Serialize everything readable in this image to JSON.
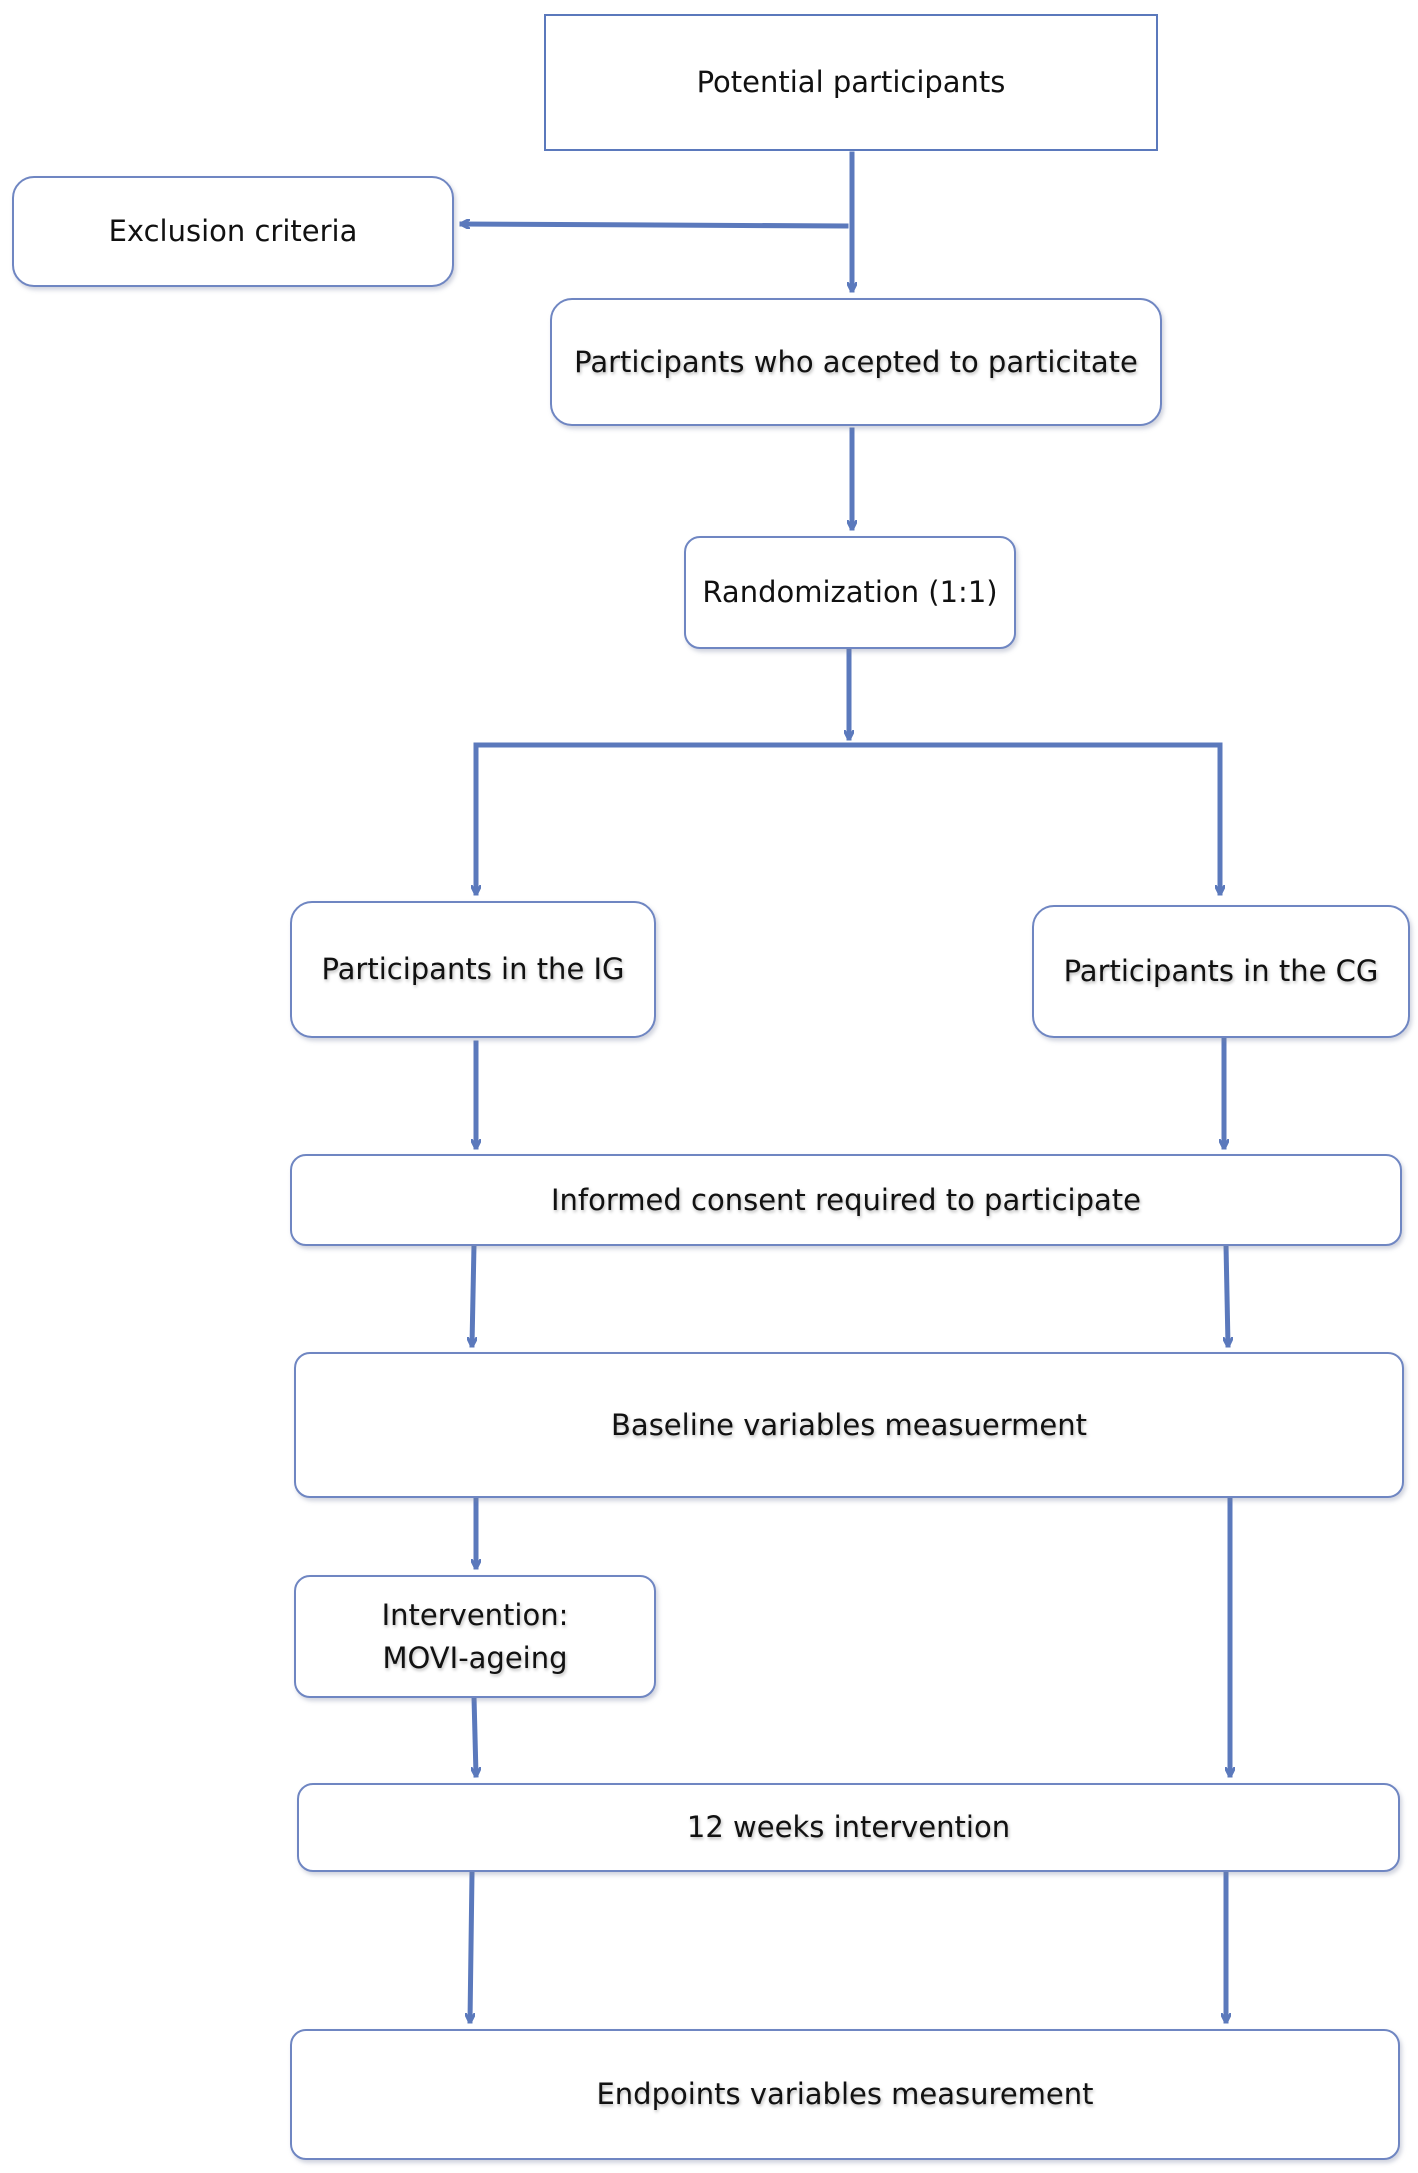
{
  "diagram": {
    "accent_color": "#5b79bc",
    "border_color": "#6f86c2",
    "nodes": {
      "potential": "Potential participants",
      "exclusion": "Exclusion criteria",
      "accepted": "Participants who acepted to particitate",
      "randomization": "Randomization (1:1)",
      "ig": "Participants in the IG",
      "cg": "Participants in the CG",
      "consent": "Informed consent required to participate",
      "baseline": "Baseline variables measuerment",
      "intervention_line1": "Intervention:",
      "intervention_line2": "MOVI-ageing",
      "weeks": "12 weeks intervention",
      "endpoints": "Endpoints variables measurement"
    }
  }
}
